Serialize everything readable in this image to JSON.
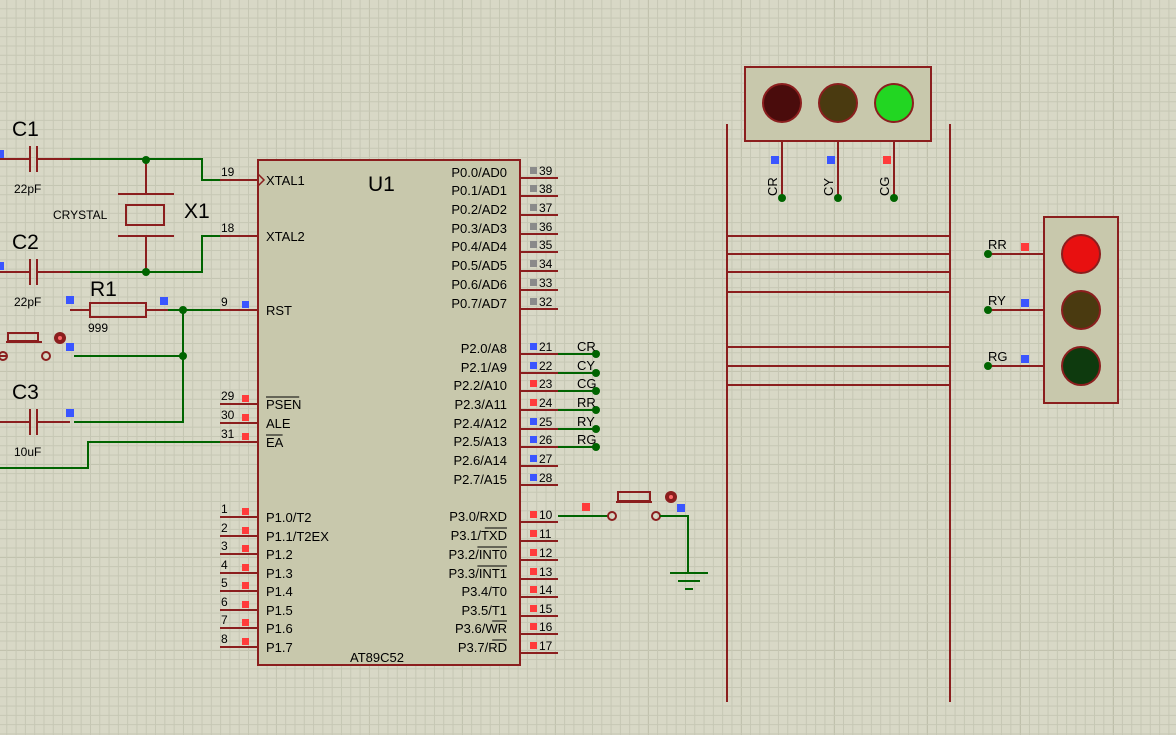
{
  "mcu": {
    "ref": "U1",
    "part": "AT89C52",
    "left_pins": [
      {
        "num": "19",
        "name": "XTAL1",
        "marker": "none"
      },
      {
        "num": "18",
        "name": "XTAL2",
        "marker": "none"
      },
      {
        "num": "9",
        "name": "RST",
        "marker": "blue"
      },
      {
        "num": "29",
        "name": "PSEN",
        "marker": "red",
        "overbar": true
      },
      {
        "num": "30",
        "name": "ALE",
        "marker": "red",
        "overbar": false
      },
      {
        "num": "31",
        "name": "EA",
        "marker": "red",
        "overbar": true
      },
      {
        "num": "1",
        "name": "P1.0/T2",
        "marker": "red"
      },
      {
        "num": "2",
        "name": "P1.1/T2EX",
        "marker": "red"
      },
      {
        "num": "3",
        "name": "P1.2",
        "marker": "red"
      },
      {
        "num": "4",
        "name": "P1.3",
        "marker": "red"
      },
      {
        "num": "5",
        "name": "P1.4",
        "marker": "red"
      },
      {
        "num": "6",
        "name": "P1.5",
        "marker": "red"
      },
      {
        "num": "7",
        "name": "P1.6",
        "marker": "red"
      },
      {
        "num": "8",
        "name": "P1.7",
        "marker": "red"
      }
    ],
    "right_pins": [
      {
        "num": "39",
        "name": "P0.0/AD0",
        "marker": "gray"
      },
      {
        "num": "38",
        "name": "P0.1/AD1",
        "marker": "gray"
      },
      {
        "num": "37",
        "name": "P0.2/AD2",
        "marker": "gray"
      },
      {
        "num": "36",
        "name": "P0.3/AD3",
        "marker": "gray"
      },
      {
        "num": "35",
        "name": "P0.4/AD4",
        "marker": "gray"
      },
      {
        "num": "34",
        "name": "P0.5/AD5",
        "marker": "gray"
      },
      {
        "num": "33",
        "name": "P0.6/AD6",
        "marker": "gray"
      },
      {
        "num": "32",
        "name": "P0.7/AD7",
        "marker": "gray"
      },
      {
        "num": "21",
        "name": "P2.0/A8",
        "marker": "blue",
        "net": "CR"
      },
      {
        "num": "22",
        "name": "P2.1/A9",
        "marker": "blue",
        "net": "CY"
      },
      {
        "num": "23",
        "name": "P2.2/A10",
        "marker": "red",
        "net": "CG"
      },
      {
        "num": "24",
        "name": "P2.3/A11",
        "marker": "red",
        "net": "RR"
      },
      {
        "num": "25",
        "name": "P2.4/A12",
        "marker": "blue",
        "net": "RY"
      },
      {
        "num": "26",
        "name": "P2.5/A13",
        "marker": "blue",
        "net": "RG"
      },
      {
        "num": "27",
        "name": "P2.6/A14",
        "marker": "blue"
      },
      {
        "num": "28",
        "name": "P2.7/A15",
        "marker": "blue"
      },
      {
        "num": "10",
        "name": "P3.0/RXD",
        "marker": "red"
      },
      {
        "num": "11",
        "name": "P3.1/TXD",
        "marker": "red",
        "overbar_part": "TXD"
      },
      {
        "num": "12",
        "name": "P3.2/INT0",
        "marker": "red",
        "overbar_part": "INT0"
      },
      {
        "num": "13",
        "name": "P3.3/INT1",
        "marker": "red",
        "overbar_part": "INT1"
      },
      {
        "num": "14",
        "name": "P3.4/T0",
        "marker": "red"
      },
      {
        "num": "15",
        "name": "P3.5/T1",
        "marker": "red"
      },
      {
        "num": "16",
        "name": "P3.6/WR",
        "marker": "red",
        "overbar_part": "WR"
      },
      {
        "num": "17",
        "name": "P3.7/RD",
        "marker": "red",
        "overbar_part": "RD"
      }
    ]
  },
  "components": {
    "c1": {
      "ref": "C1",
      "value": "22pF"
    },
    "c2": {
      "ref": "C2",
      "value": "22pF"
    },
    "c3": {
      "ref": "C3",
      "value": "10uF"
    },
    "r1": {
      "ref": "R1",
      "value": "999"
    },
    "x1": {
      "ref": "X1",
      "value": "CRYSTAL"
    }
  },
  "traffic_light_top": {
    "lamps": [
      "dark-red",
      "dark-yellow",
      "green"
    ],
    "lamp_colors": [
      "#4a0c0c",
      "#4a3a10",
      "#22d622"
    ],
    "pins": [
      {
        "label": "CR",
        "marker": "blue"
      },
      {
        "label": "CY",
        "marker": "blue"
      },
      {
        "label": "CG",
        "marker": "red"
      }
    ]
  },
  "traffic_light_right": {
    "lamps": [
      "red",
      "dark-yellow",
      "dark-green"
    ],
    "lamp_colors": [
      "#e81010",
      "#4a3a10",
      "#0e3a0e"
    ],
    "pins": [
      {
        "label": "RR",
        "marker": "red"
      },
      {
        "label": "RY",
        "marker": "blue"
      },
      {
        "label": "RG",
        "marker": "blue"
      }
    ]
  },
  "colors": {
    "wire": "#006400",
    "component": "#8b1e1e",
    "body_fill": "#c8c8ac",
    "marker_red": "#ff3b3b",
    "marker_blue": "#3a55ff",
    "marker_gray": "#8a8a8a"
  }
}
